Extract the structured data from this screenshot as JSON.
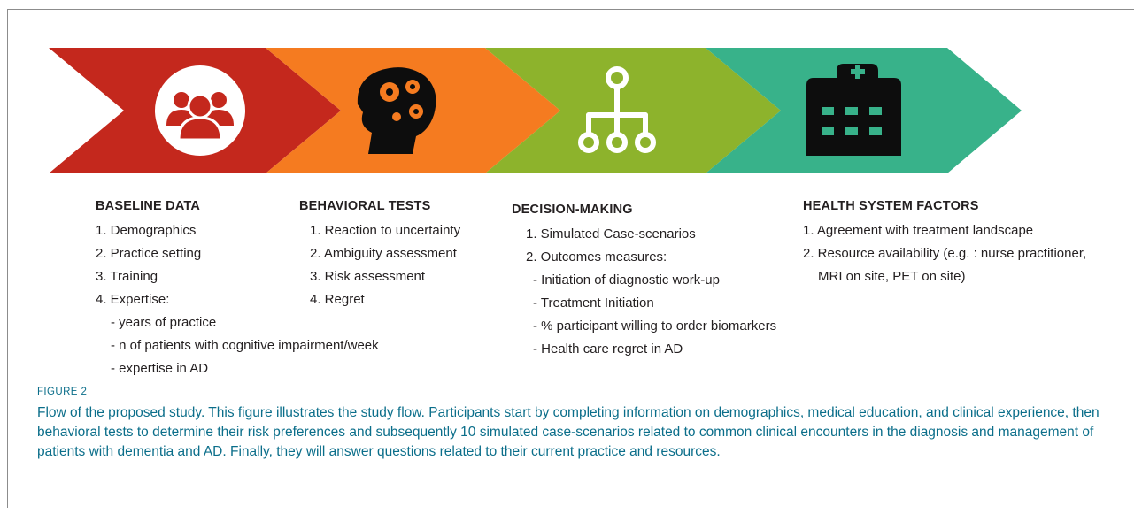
{
  "colors": {
    "stage1": "#c4281d",
    "stage2": "#f57b20",
    "stage3": "#8db32c",
    "stage4": "#38b28a",
    "caption": "#0b6e8a"
  },
  "stages": [
    {
      "icon": "people-group-icon",
      "heading": "BASELINE DATA",
      "items": [
        "1. Demographics",
        "2. Practice setting",
        "3. Training",
        "4. Expertise:"
      ],
      "subitems": [
        "- years of practice",
        "- n of patients with cognitive impairment/week",
        "- expertise in AD"
      ]
    },
    {
      "icon": "head-gears-icon",
      "heading": "BEHAVIORAL TESTS",
      "items": [
        "1. Reaction to uncertainty",
        "2. Ambiguity assessment",
        "3. Risk assessment",
        "4. Regret"
      ]
    },
    {
      "icon": "decision-tree-icon",
      "heading": "DECISION-MAKING",
      "items": [
        "1. Simulated Case-scenarios",
        "2. Outcomes measures:"
      ],
      "subitems": [
        "- Initiation of diagnostic work-up",
        "- Treatment Initiation",
        "- % participant willing to order biomarkers",
        "- Health care regret in AD"
      ]
    },
    {
      "icon": "hospital-icon",
      "heading": "HEALTH SYSTEM FACTORS",
      "items": [
        "1. Agreement with treatment landscape",
        "2. Resource availability (e.g. : nurse practitioner,",
        "MRI on site, PET on site)"
      ]
    }
  ],
  "figure": {
    "label": "FIGURE 2",
    "caption": "Flow of the proposed study. This figure illustrates the study flow. Participants start by completing information on demographics, medical education, and clinical experience, then behavioral tests to determine their risk preferences and subsequently 10 simulated case-scenarios related to common clinical encounters in the diagnosis and management of patients with dementia and AD. Finally, they will answer questions related to their current practice and resources."
  }
}
